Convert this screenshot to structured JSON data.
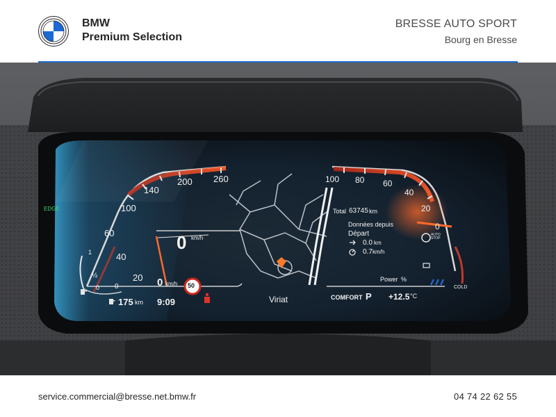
{
  "header": {
    "logo_icon": "bmw-roundel-icon",
    "brand_name": "BMW",
    "brand_sub": "Premium Selection",
    "dealer_name": "BRESSE AUTO SPORT",
    "dealer_city": "Bourg en Bresse",
    "accent_color": "#1c69d4"
  },
  "cluster": {
    "speedometer": {
      "ticks": [
        "260",
        "200",
        "140",
        "100",
        "60",
        "40",
        "20",
        "0"
      ],
      "speed": "0",
      "speed_unit": "km/h",
      "speed_small": "0",
      "speed_small_unit": "km/h",
      "speed_limit": "50"
    },
    "fuel": {
      "full_mark": "1",
      "half_mark": "½",
      "empty_mark": "0",
      "range": "175",
      "range_unit": "km"
    },
    "mode_indicator": "EDGE",
    "clock": "9:09",
    "navigation": {
      "location": "Viriat"
    },
    "trip": {
      "total_label": "Total",
      "total_value": "63745",
      "total_unit": "km",
      "since_label": "Données depuis",
      "since_value": "Départ",
      "distance": "0.0",
      "distance_unit": "km",
      "avg_speed": "0.7",
      "avg_speed_unit": "km/h"
    },
    "power_gauge": {
      "ticks": [
        "100",
        "80",
        "60",
        "40",
        "20",
        "0"
      ],
      "label": "Power",
      "unit": "%",
      "auto_stop_label": "AUTO STOP"
    },
    "temp": {
      "label": "COLD"
    },
    "drive_mode": "COMFORT",
    "gear": "P",
    "outside_temp": "+12.5",
    "outside_temp_unit": "°C"
  },
  "footer": {
    "email": "service.commercial@bresse.net.bmw.fr",
    "phone": "04 74 22 62 55"
  }
}
